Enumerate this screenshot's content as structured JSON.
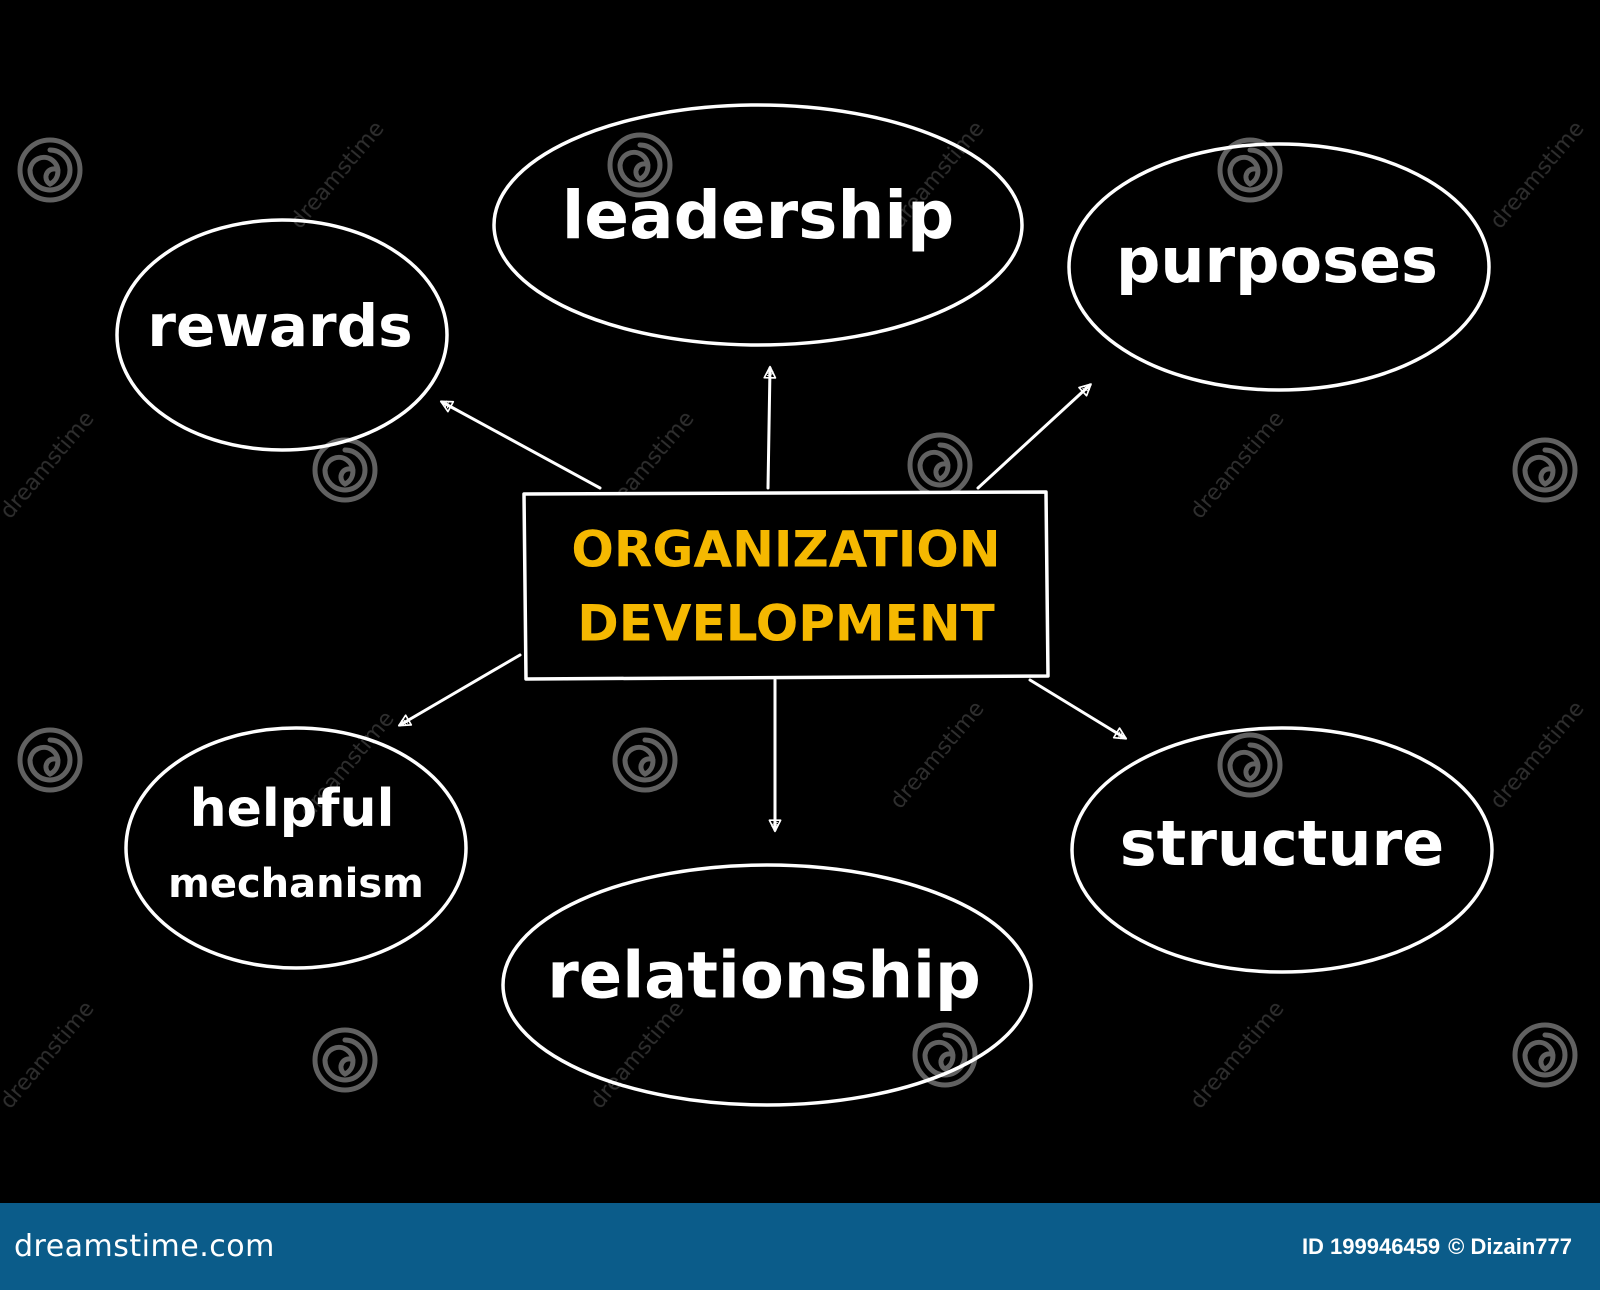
{
  "center": {
    "line1": "ORGANIZATION",
    "line2": "DEVELOPMENT",
    "color": "#f5b800"
  },
  "nodes": {
    "leadership": "leadership",
    "purposes": "purposes",
    "rewards": "rewards",
    "helpful_line1": "helpful",
    "helpful_line2": "mechanism",
    "relationship": "relationship",
    "structure": "structure"
  },
  "watermark": {
    "text": "dreamstime",
    "icon": "spiral-icon"
  },
  "footer": {
    "brand": "dreamstime.com",
    "id_label": "ID 199946459",
    "credit": "© Dizain777",
    "background": "#0b5c8a"
  }
}
